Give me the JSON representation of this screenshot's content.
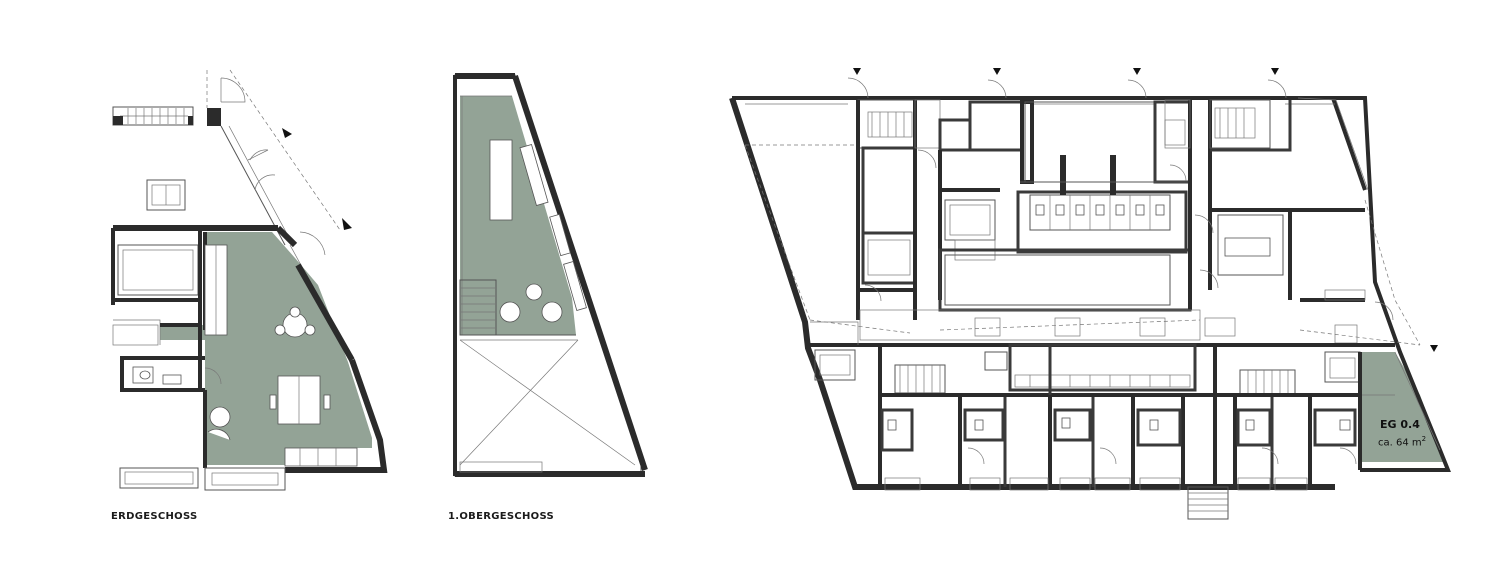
{
  "labels": {
    "ground_floor": "ERDGESCHOSS",
    "upper_floor": "1.OBERGESCHOSS"
  },
  "unit": {
    "name": "EG 0.4",
    "area": "ca. 64 m",
    "area_sup": "2"
  },
  "colors": {
    "highlight": "#93a396",
    "wall": "#2b2b2b",
    "line": "#555555"
  }
}
